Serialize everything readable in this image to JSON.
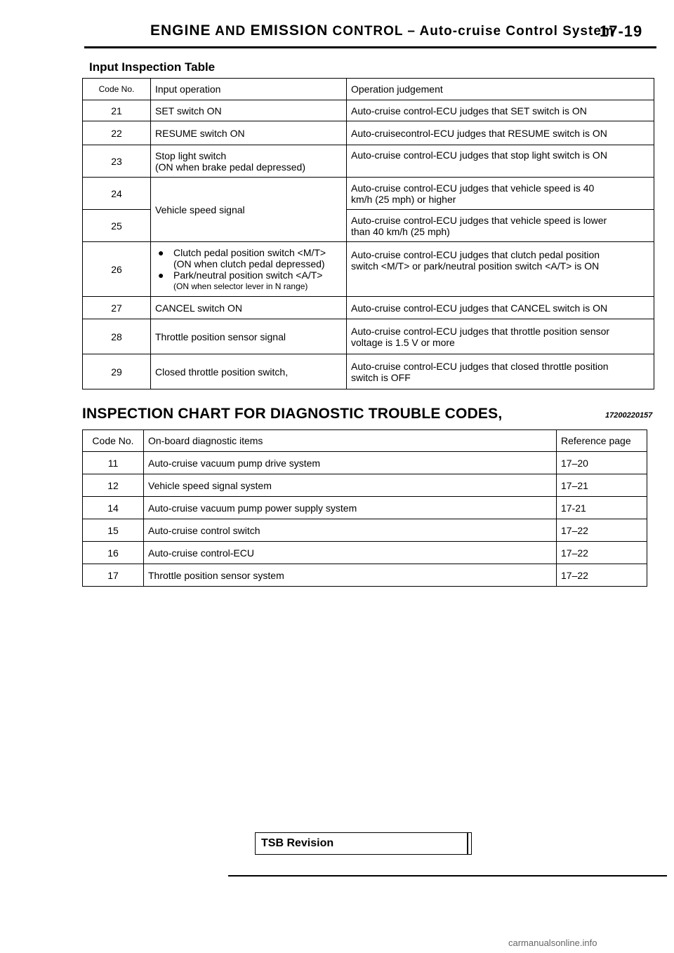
{
  "header": {
    "title_a": "ENGINE",
    "title_b": "AND",
    "title_c": "EMISSION",
    "title_d": "CONTROL",
    "title_e": "– Auto-cruise Control System",
    "page_no": "17-19"
  },
  "input_table": {
    "title": "Input Inspection Table",
    "columns": [
      "Code No.",
      "Input operation",
      "Operation judgement"
    ],
    "rows": [
      {
        "code": "21",
        "input": "SET switch ON",
        "judgement": "Auto-cruise control-ECU judges that SET switch is ON"
      },
      {
        "code": "22",
        "input": "RESUME switch ON",
        "judgement": "Auto-cruisecontrol-ECU judges that RESUME switch is ON"
      },
      {
        "code": "23",
        "input_1": "Stop light switch",
        "input_2": "(ON when brake pedal depressed)",
        "judgement": "Auto-cruise control-ECU judges that stop light switch is ON"
      },
      {
        "code": "24",
        "judgement_1": "Auto-cruise control-ECU judges that vehicle speed is 40",
        "judgement_2": "km/h (25 mph) or higher"
      },
      {
        "input": "Vehicle speed signal"
      },
      {
        "code": "25",
        "judgement_1": "Auto-cruise control-ECU judges that vehicle speed is lower",
        "judgement_2": "than 40 km/h (25 mph)"
      },
      {
        "code": "26",
        "bullet_1": "Clutch pedal position switch <M/T>",
        "bullet_1b": "(ON when clutch pedal depressed)",
        "bullet_2": "Park/neutral position switch <A/T>",
        "bullet_2b": "(ON when selector lever in N range)",
        "judgement_1": "Auto-cruise control-ECU judges that clutch pedal position",
        "judgement_2": "switch <M/T> or park/neutral position switch <A/T> is ON"
      },
      {
        "code": "27",
        "input": "CANCEL switch ON",
        "judgement": "Auto-cruise control-ECU judges that CANCEL switch is ON"
      },
      {
        "code": "28",
        "input": "Throttle position sensor signal",
        "judgement_1": "Auto-cruise control-ECU judges that throttle position sensor",
        "judgement_2": "voltage is 1.5 V or more"
      },
      {
        "code": "29",
        "input": "Closed throttle position switch,",
        "judgement_1": "Auto-cruise control-ECU judges that closed throttle position",
        "judgement_2": "switch is OFF"
      }
    ]
  },
  "dtc_chart": {
    "title": "INSPECTION CHART FOR DIAGNOSTIC TROUBLE CODES,",
    "figure_id": "17200220157",
    "columns": [
      "Code No.",
      "On-board diagnostic items",
      "Reference page"
    ],
    "rows": [
      {
        "code": "11",
        "item": "Auto-cruise vacuum pump drive system",
        "ref": "17–20"
      },
      {
        "code": "12",
        "item": "Vehicle speed signal system",
        "ref": "17–21"
      },
      {
        "code": "14",
        "item": "Auto-cruise vacuum pump power supply system",
        "ref": "17-21"
      },
      {
        "code": "15",
        "item": "Auto-cruise control switch",
        "ref": "17–22"
      },
      {
        "code": "16",
        "item": "Auto-cruise control-ECU",
        "ref": "17–22"
      },
      {
        "code": "17",
        "item": "Throttle position sensor system",
        "ref": "17–22"
      }
    ]
  },
  "footer": {
    "tsb_label": "TSB Revision",
    "watermark": "carmanualsonline.info"
  }
}
